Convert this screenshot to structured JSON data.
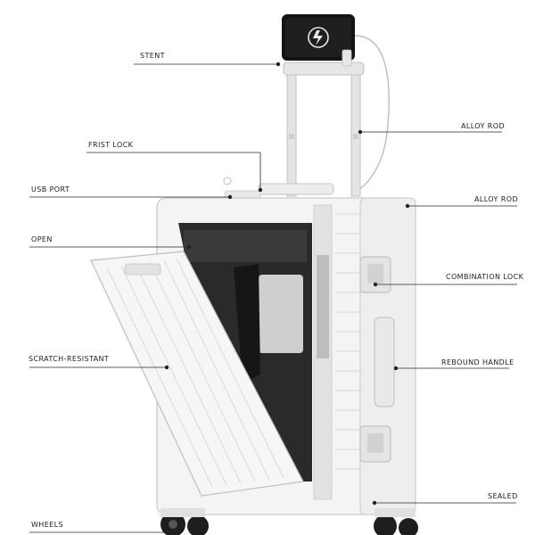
{
  "callouts": {
    "stent": "STENT",
    "frist_lock": "FRIST LOCK",
    "usb_port": "USB PORT",
    "open": "OPEN",
    "scratch_resistant": "SCRATCH-RESISTANT",
    "wheels": "WHEELS",
    "alloy_rod_top": "ALLOY ROD",
    "alloy_rod_side": "ALLOY ROD",
    "combination_lock": "COMBINATION LOCK",
    "rebound_handle": "REBOUND HANDLE",
    "sealed": "SEALED"
  },
  "colors": {
    "shell": "#f4f4f4",
    "frame": "#dcdcdc",
    "interior": "#2a2a2a",
    "phone": "#141414",
    "text": "#1c1c1c"
  }
}
